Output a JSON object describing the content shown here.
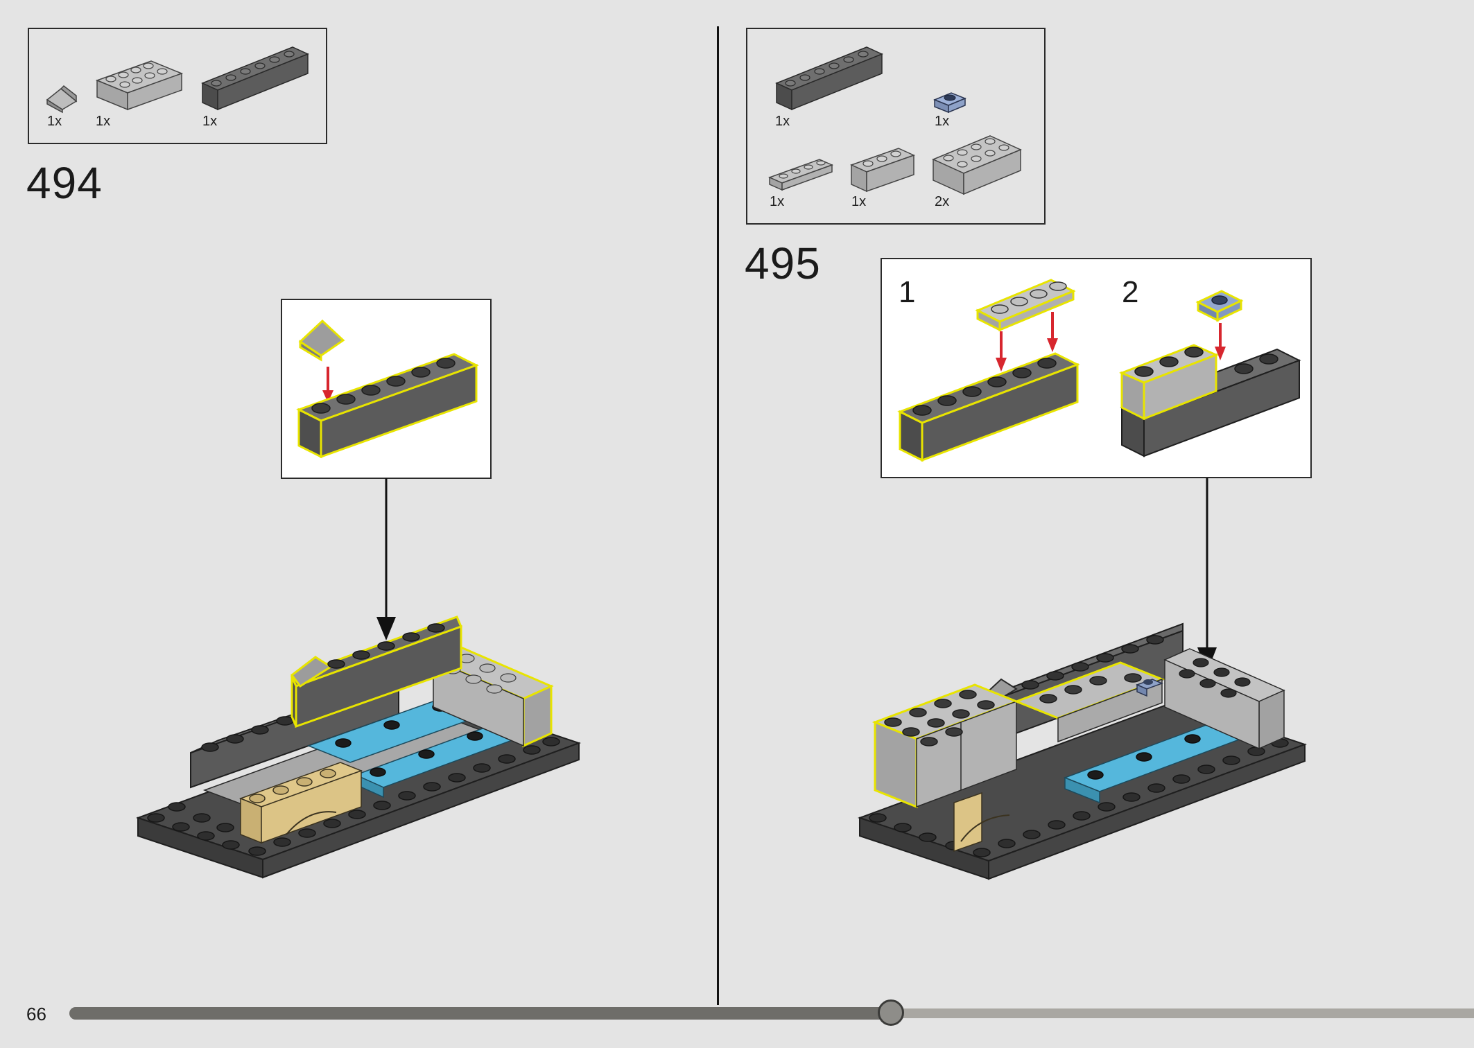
{
  "page": {
    "number": "66",
    "progress_fraction": 0.585
  },
  "steps": [
    {
      "number": "494",
      "parts": [
        {
          "qty": "1x",
          "icon": "slope-brick-icon",
          "color": "#b9b9b9"
        },
        {
          "qty": "1x",
          "icon": "brick-2x4-light-gray-icon",
          "color": "#b9b9b9"
        },
        {
          "qty": "1x",
          "icon": "brick-1x6-dark-gray-icon",
          "color": "#6b6b6b"
        }
      ]
    },
    {
      "number": "495",
      "parts": [
        {
          "qty": "1x",
          "icon": "brick-1x6-dark-gray-icon",
          "color": "#6b6b6b"
        },
        {
          "qty": "1x",
          "icon": "plate-1x1-blue-icon",
          "color": "#9bb0d6"
        },
        {
          "qty": "1x",
          "icon": "plate-1x4-light-gray-icon",
          "color": "#b9b9b9"
        },
        {
          "qty": "1x",
          "icon": "brick-1x3-light-gray-icon",
          "color": "#b9b9b9"
        },
        {
          "qty": "2x",
          "icon": "brick-2x4-light-gray-icon",
          "color": "#b9b9b9"
        }
      ],
      "substeps": [
        "1",
        "2"
      ]
    }
  ],
  "colors": {
    "highlight": "#f5f000",
    "arrow_red": "#d7262e",
    "dark_gray": "#5e5e5e",
    "light_gray": "#b6b6b6",
    "medium_azure": "#52b9dd",
    "tan": "#dcc486",
    "sand_blue": "#8fa4cc"
  }
}
